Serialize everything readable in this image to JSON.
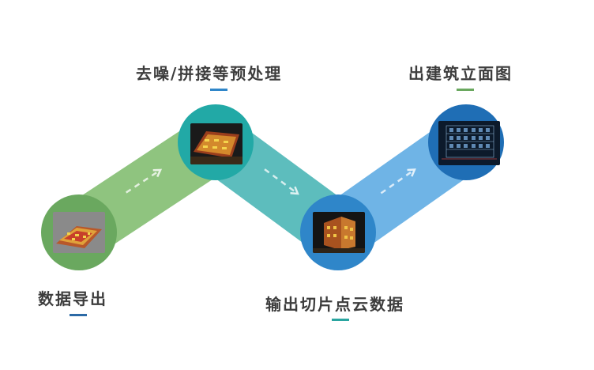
{
  "steps": [
    {
      "label": "数据导出",
      "color": "#6aa85f",
      "underline": "#2c6aa6",
      "icon": "point-cloud-block-icon"
    },
    {
      "label": "去噪/拼接等预处理",
      "color": "#22a9a6",
      "underline": "#2f86c9",
      "icon": "point-cloud-building-icon"
    },
    {
      "label": "输出切片点云数据",
      "color": "#2f86c9",
      "underline": "#2aa5a0",
      "icon": "point-cloud-tower-icon"
    },
    {
      "label": "出建筑立面图",
      "color": "#1f6eb5",
      "underline": "#6aa85f",
      "icon": "facade-drawing-icon"
    }
  ],
  "bands": [
    {
      "from": 0,
      "to": 1,
      "color": "#8fc47f"
    },
    {
      "from": 1,
      "to": 2,
      "color": "#5dbdbd"
    },
    {
      "from": 2,
      "to": 3,
      "color": "#6fb4e6"
    }
  ]
}
